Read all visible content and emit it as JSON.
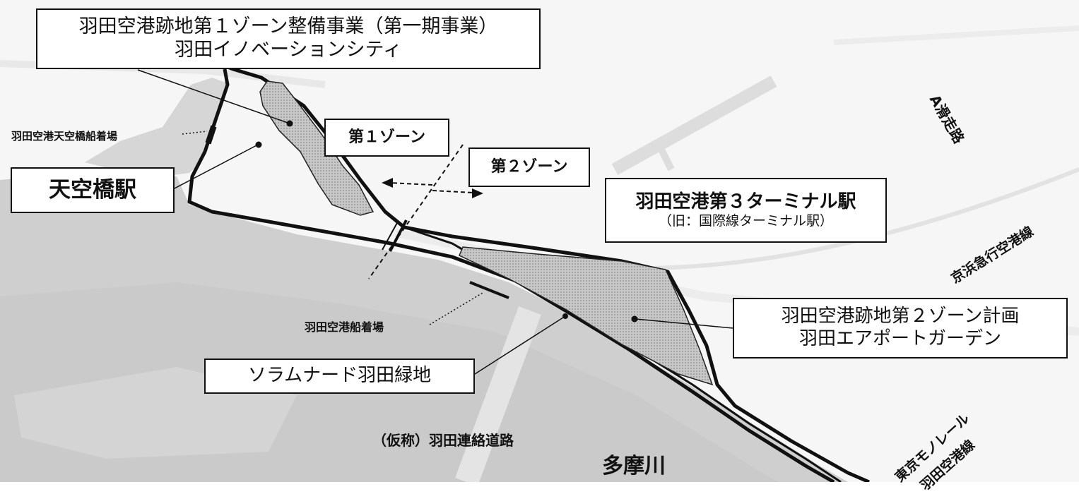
{
  "callouts": {
    "zone1_project": {
      "line1": "羽田空港跡地第１ゾーン整備事業（第一期事業）",
      "line2": "羽田イノベーションシティ"
    },
    "zone1_label": "第１ゾーン",
    "zone2_label": "第２ゾーン",
    "tenkubashi_station": "天空橋駅",
    "terminal3_station": {
      "line1": "羽田空港第３ターミナル駅",
      "line2": "（旧：国際線ターミナル駅）"
    },
    "zone2_plan": {
      "line1": "羽田空港跡地第２ゾーン計画",
      "line2": "羽田エアポートガーデン"
    },
    "solamenade": "ソラムナード羽田緑地"
  },
  "labels": {
    "tenkubashi_pier": "羽田空港天空橋船着場",
    "haneda_pier": "羽田空港船着場",
    "connection_road": "（仮称）羽田連絡道路",
    "tamagawa": "多摩川",
    "runway_a": "A滑走路",
    "keikyu_line": "京浜急行空港線",
    "monorail_line1": "東京モノレール",
    "monorail_line2": "羽田空港線"
  },
  "colors": {
    "river": "#cfcfcf",
    "river_dark": "#c4c4c4",
    "land": "#f7f7f7",
    "zone_fill": "#b9b9b9",
    "boundary": "#111111",
    "road": "#e6e6e6"
  }
}
